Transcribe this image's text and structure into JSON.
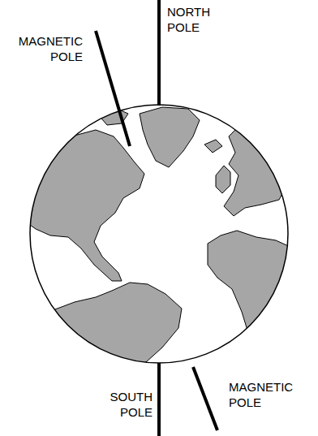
{
  "diagram": {
    "labels": [
      "MAGNETIC POLE",
      "NORTH POLE",
      "SOUTH POLE",
      "MAGNETIC POLE"
    ]
  }
}
